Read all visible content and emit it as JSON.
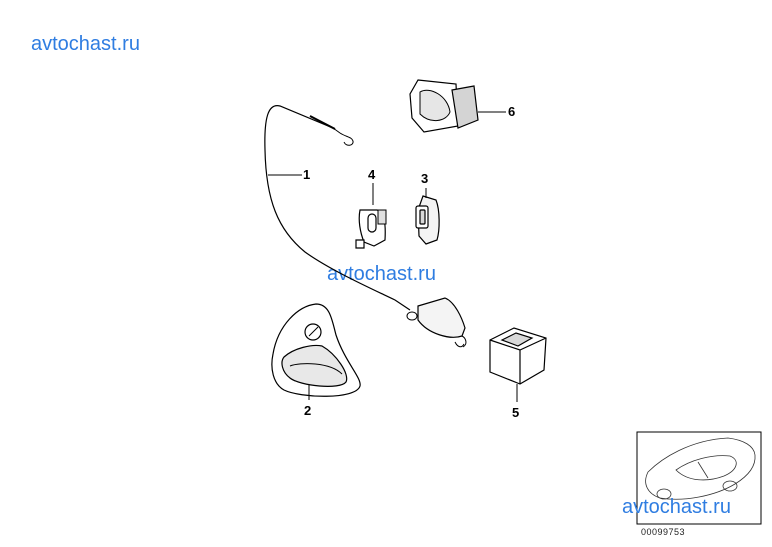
{
  "watermarks": {
    "top_left": "avtochast.ru",
    "center": "avtochast.ru",
    "bottom_right": "avtochast.ru"
  },
  "callouts": {
    "c1": "1",
    "c2": "2",
    "c3": "3",
    "c4": "4",
    "c5": "5",
    "c6": "6"
  },
  "diagram_number": "00099753",
  "colors": {
    "watermark": "#2f7de1",
    "line": "#000000",
    "part_fill": "#ffffff",
    "part_shade": "#d0d0d0"
  }
}
